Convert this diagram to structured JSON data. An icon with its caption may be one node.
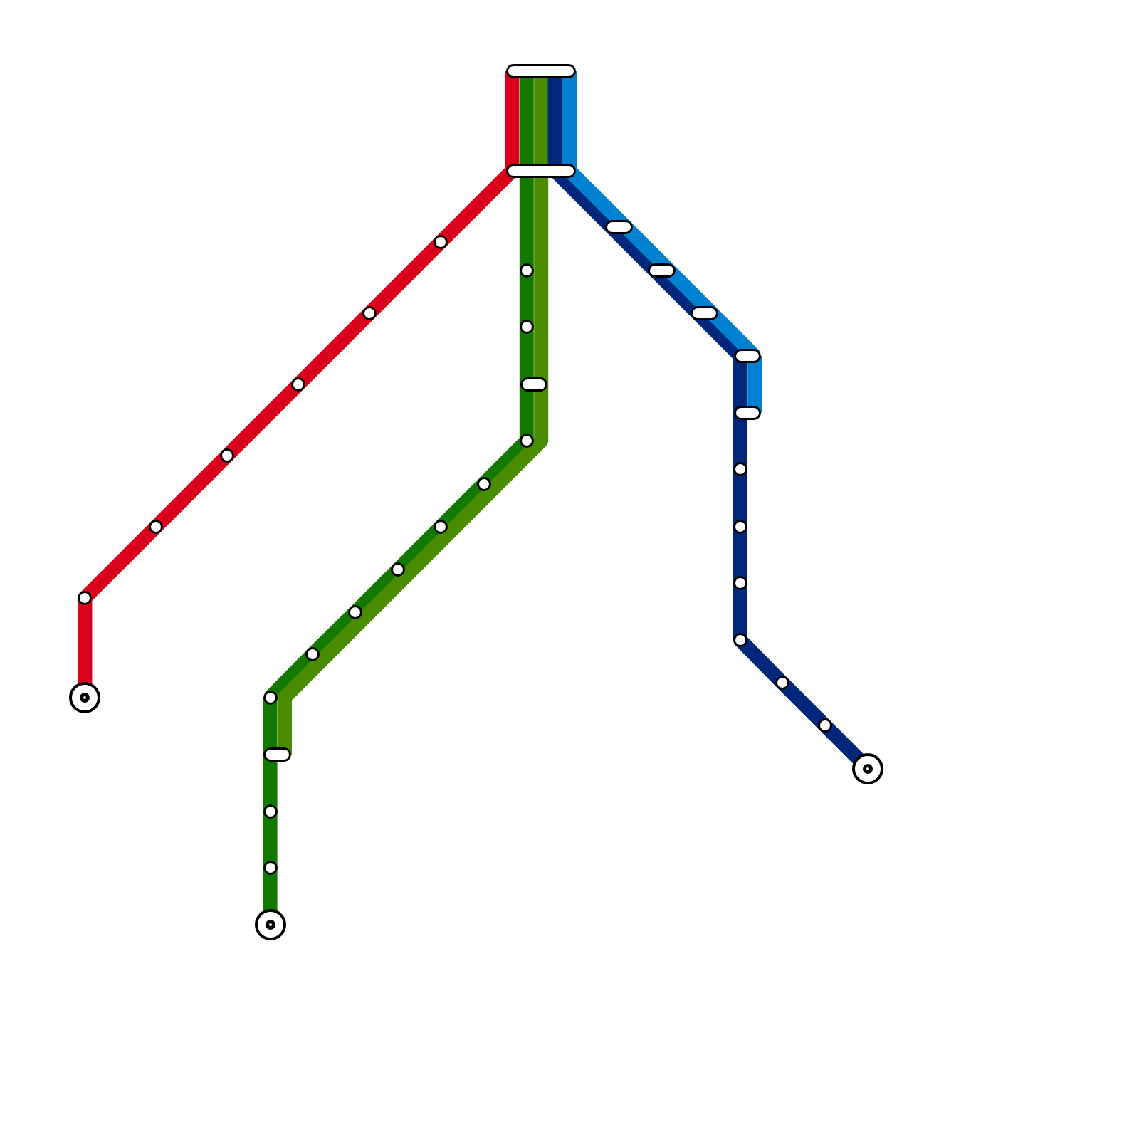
{
  "diagram": {
    "nodes": [
      {
        "text": [],
        "shape": "bar"
      },
      {
        "text": [],
        "shape": "bar"
      },
      {
        "text": [],
        "shape": "circle"
      },
      {
        "text": [],
        "shape": "circle"
      },
      {
        "text": [],
        "shape": "circle"
      },
      {
        "text": [],
        "shape": "circle"
      },
      {
        "text": [],
        "shape": "circle"
      },
      {
        "text": [],
        "shape": "circle"
      },
      {
        "text": [],
        "shape": "ring"
      },
      {
        "text": [],
        "shape": "circle"
      },
      {
        "text": [],
        "shape": "circle"
      },
      {
        "text": [],
        "shape": "bar"
      },
      {
        "text": [],
        "shape": "circle"
      },
      {
        "text": [],
        "shape": "circle"
      },
      {
        "text": [],
        "shape": "circle"
      },
      {
        "text": [],
        "shape": "circle"
      },
      {
        "text": [],
        "shape": "circle"
      },
      {
        "text": [],
        "shape": "circle"
      },
      {
        "text": [],
        "shape": "circle"
      },
      {
        "text": [],
        "shape": "bar"
      },
      {
        "text": [],
        "shape": "circle"
      },
      {
        "text": [],
        "shape": "circle"
      },
      {
        "text": [],
        "shape": "ring"
      },
      {
        "text": [],
        "shape": "bar"
      },
      {
        "text": [],
        "shape": "bar"
      },
      {
        "text": [],
        "shape": "bar"
      },
      {
        "text": [],
        "shape": "bar"
      },
      {
        "text": [],
        "shape": "bar"
      },
      {
        "text": [],
        "shape": "circle"
      },
      {
        "text": [],
        "shape": "circle"
      },
      {
        "text": [],
        "shape": "circle"
      },
      {
        "text": [],
        "shape": "circle"
      },
      {
        "text": [],
        "shape": "circle"
      },
      {
        "text": [],
        "shape": "circle"
      },
      {
        "text": [],
        "shape": "ring"
      }
    ],
    "edges": [
      {
        "from": 0,
        "to": 1,
        "arrow": "none",
        "color": "#d9001b"
      },
      {
        "from": 1,
        "to": 2,
        "arrow": "none",
        "color": "#d9001b"
      },
      {
        "from": 2,
        "to": 3,
        "arrow": "none",
        "color": "#d9001b"
      },
      {
        "from": 3,
        "to": 4,
        "arrow": "none",
        "color": "#d9001b"
      },
      {
        "from": 4,
        "to": 5,
        "arrow": "none",
        "color": "#d9001b"
      },
      {
        "from": 5,
        "to": 6,
        "arrow": "none",
        "color": "#d9001b"
      },
      {
        "from": 6,
        "to": 7,
        "arrow": "none",
        "color": "#d9001b"
      },
      {
        "from": 7,
        "to": 8,
        "arrow": "none",
        "color": "#d9001b"
      },
      {
        "from": 0,
        "to": 1,
        "arrow": "none",
        "color": "#127800"
      },
      {
        "from": 1,
        "to": 9,
        "arrow": "none",
        "color": "#127800"
      },
      {
        "from": 9,
        "to": 10,
        "arrow": "none",
        "color": "#127800"
      },
      {
        "from": 10,
        "to": 11,
        "arrow": "none",
        "color": "#127800"
      },
      {
        "from": 11,
        "to": 12,
        "arrow": "none",
        "color": "#127800"
      },
      {
        "from": 12,
        "to": 13,
        "arrow": "none",
        "color": "#127800"
      },
      {
        "from": 13,
        "to": 14,
        "arrow": "none",
        "color": "#127800"
      },
      {
        "from": 14,
        "to": 15,
        "arrow": "none",
        "color": "#127800"
      },
      {
        "from": 15,
        "to": 16,
        "arrow": "none",
        "color": "#127800"
      },
      {
        "from": 16,
        "to": 17,
        "arrow": "none",
        "color": "#127800"
      },
      {
        "from": 17,
        "to": 18,
        "arrow": "none",
        "color": "#127800"
      },
      {
        "from": 18,
        "to": 19,
        "arrow": "none",
        "color": "#127800"
      },
      {
        "from": 19,
        "to": 20,
        "arrow": "none",
        "color": "#127800"
      },
      {
        "from": 20,
        "to": 21,
        "arrow": "none",
        "color": "#127800"
      },
      {
        "from": 21,
        "to": 22,
        "arrow": "none",
        "color": "#127800"
      },
      {
        "from": 0,
        "to": 1,
        "arrow": "none",
        "color": "#4a8c00"
      },
      {
        "from": 1,
        "to": 11,
        "arrow": "none",
        "color": "#4a8c00"
      },
      {
        "from": 11,
        "to": 19,
        "arrow": "none",
        "color": "#4a8c00"
      },
      {
        "from": 0,
        "to": 1,
        "arrow": "none",
        "color": "#00277a"
      },
      {
        "from": 1,
        "to": 23,
        "arrow": "none",
        "color": "#00277a"
      },
      {
        "from": 23,
        "to": 24,
        "arrow": "none",
        "color": "#00277a"
      },
      {
        "from": 24,
        "to": 25,
        "arrow": "none",
        "color": "#00277a"
      },
      {
        "from": 25,
        "to": 26,
        "arrow": "none",
        "color": "#00277a"
      },
      {
        "from": 26,
        "to": 27,
        "arrow": "none",
        "color": "#00277a"
      },
      {
        "from": 27,
        "to": 28,
        "arrow": "none",
        "color": "#00277a"
      },
      {
        "from": 28,
        "to": 29,
        "arrow": "none",
        "color": "#00277a"
      },
      {
        "from": 29,
        "to": 30,
        "arrow": "none",
        "color": "#00277a"
      },
      {
        "from": 30,
        "to": 31,
        "arrow": "none",
        "color": "#00277a"
      },
      {
        "from": 31,
        "to": 32,
        "arrow": "none",
        "color": "#00277a"
      },
      {
        "from": 32,
        "to": 33,
        "arrow": "none",
        "color": "#00277a"
      },
      {
        "from": 33,
        "to": 34,
        "arrow": "none",
        "color": "#00277a"
      },
      {
        "from": 0,
        "to": 1,
        "arrow": "none",
        "color": "#0080d0"
      },
      {
        "from": 1,
        "to": 23,
        "arrow": "none",
        "color": "#0080d0"
      },
      {
        "from": 23,
        "to": 24,
        "arrow": "none",
        "color": "#0080d0"
      },
      {
        "from": 24,
        "to": 25,
        "arrow": "none",
        "color": "#0080d0"
      },
      {
        "from": 25,
        "to": 26,
        "arrow": "none",
        "color": "#0080d0"
      },
      {
        "from": 26,
        "to": 27,
        "arrow": "none",
        "color": "#0080d0"
      }
    ]
  }
}
